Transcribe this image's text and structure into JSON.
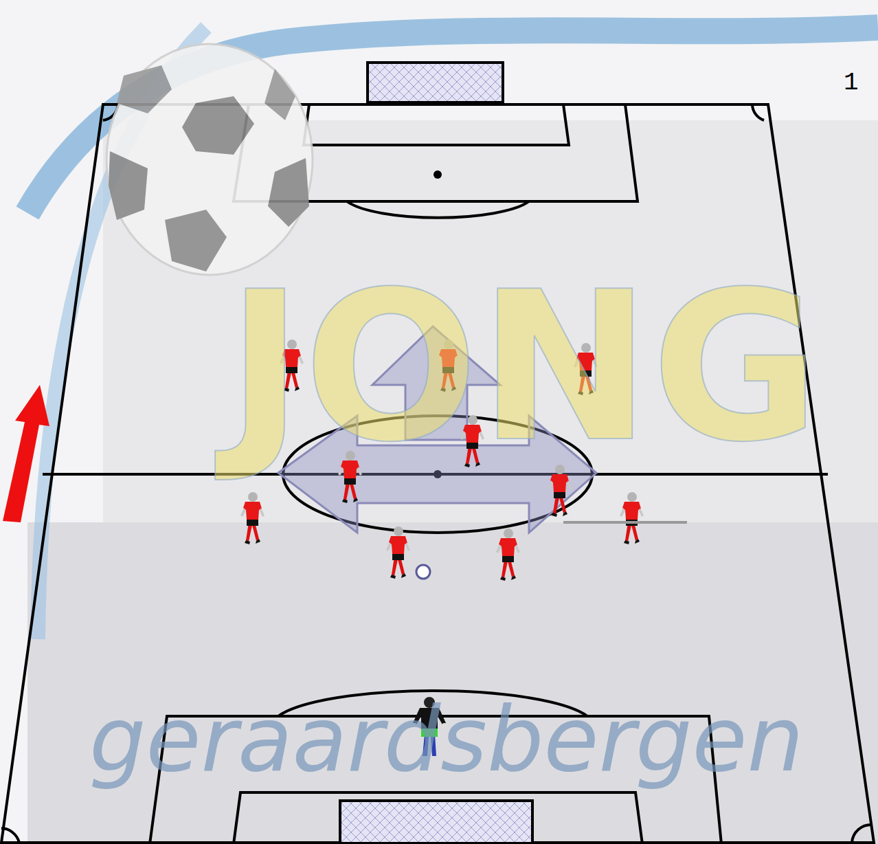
{
  "diagram": {
    "labels": [
      "1",
      "JONG",
      "geraardsbergen"
    ]
  }
}
